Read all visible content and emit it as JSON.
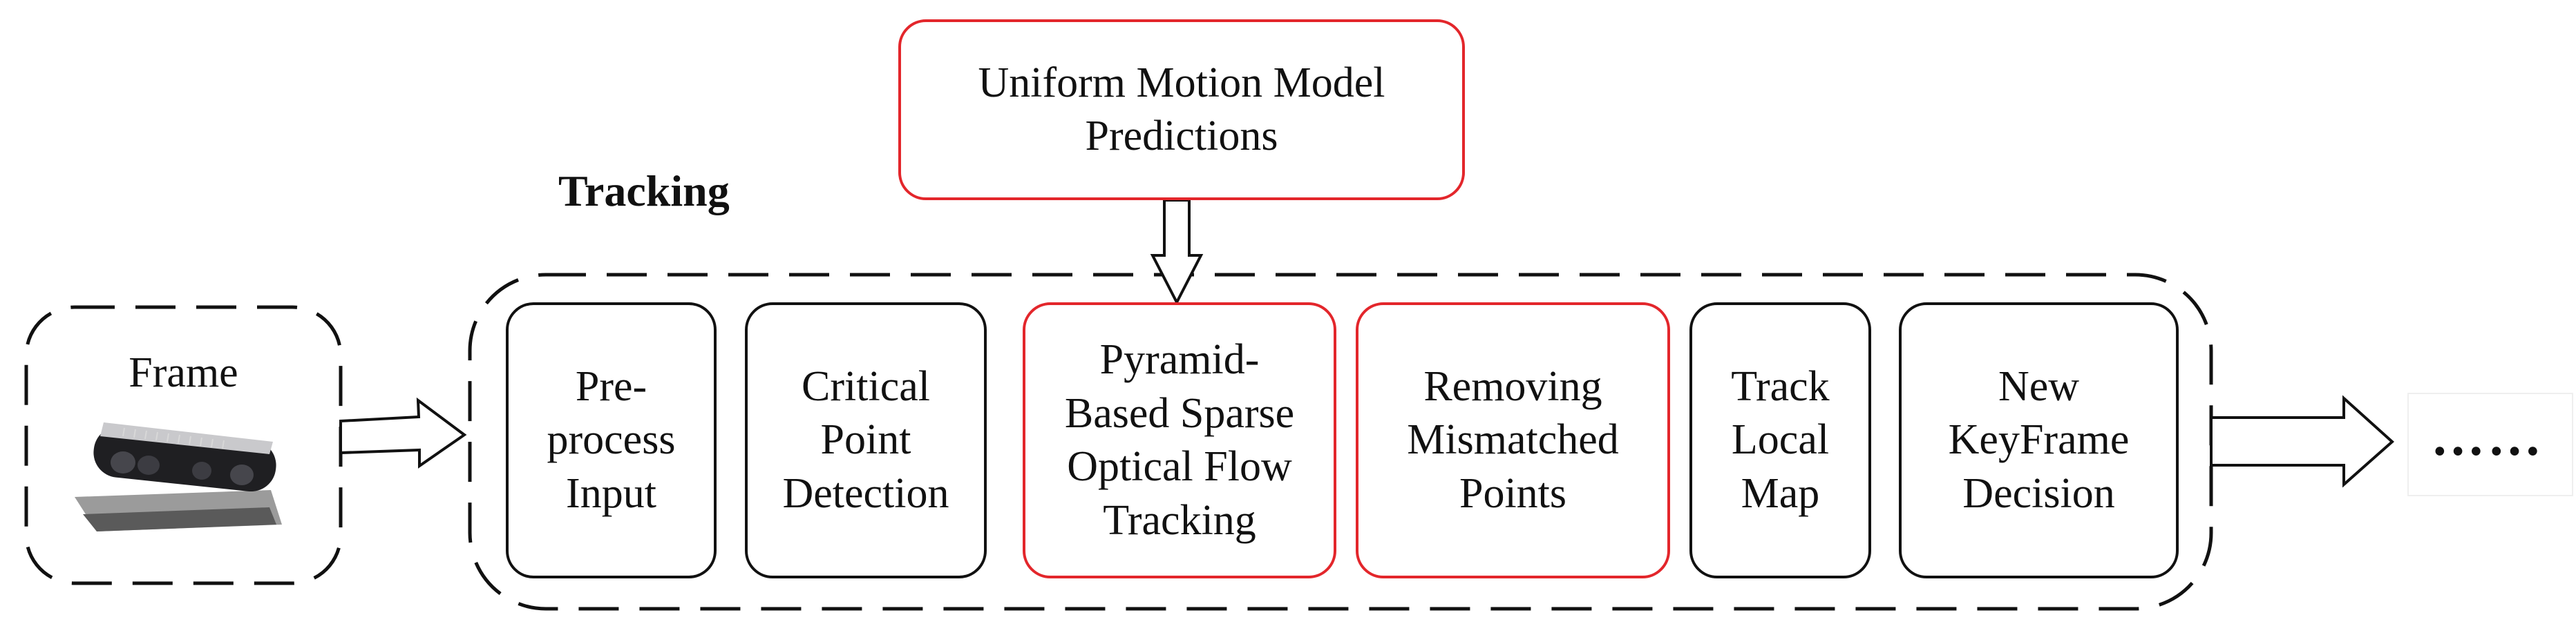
{
  "diagram": {
    "tracking_label": "Tracking",
    "frame_label": "Frame",
    "uniform_motion": "Uniform Motion Model\nPredictions",
    "steps": [
      {
        "label": "Pre-\nprocess\nInput",
        "highlight": false
      },
      {
        "label": "Critical\nPoint\nDetection",
        "highlight": false
      },
      {
        "label": "Pyramid-\nBased Sparse\nOptical Flow\nTracking",
        "highlight": true
      },
      {
        "label": "Removing\nMismatched\nPoints",
        "highlight": true
      },
      {
        "label": "Track\nLocal\nMap",
        "highlight": false
      },
      {
        "label": "New\nKeyFrame\nDecision",
        "highlight": false
      }
    ],
    "continuation": "……",
    "colors": {
      "highlight": "#e3262b",
      "stroke": "#111111"
    },
    "icons": {
      "camera": "depth-camera-icon"
    }
  }
}
